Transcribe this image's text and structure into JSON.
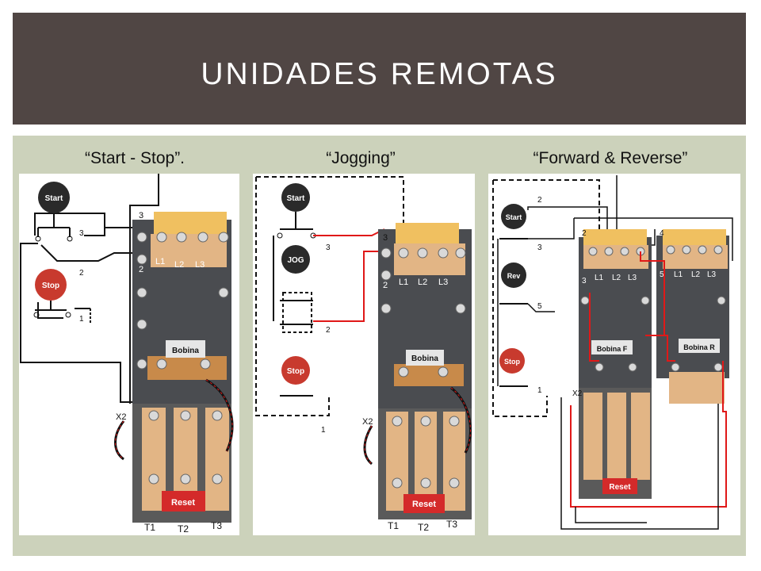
{
  "slide": {
    "title": "UNIDADES REMOTAS"
  },
  "captions": {
    "start_stop": "“Start - Stop”.",
    "jogging": "“Jogging”",
    "forward_reverse": "“Forward & Reverse”"
  },
  "diagram_start_stop": {
    "start_button": "Start",
    "stop_button": "Stop",
    "wire_1": "1",
    "wire_2": "2",
    "wire_3": "3",
    "terminal_2": "2",
    "terminal_3": "3",
    "l1": "L1",
    "l2": "L2",
    "l3": "L3",
    "coil": "Bobina",
    "x2": "X2",
    "reset": "Reset",
    "t1": "T1",
    "t2": "T2",
    "t3": "T3"
  },
  "diagram_jogging": {
    "start_button": "Start",
    "jog_button": "JOG",
    "stop_button": "Stop",
    "wire_1": "1",
    "wire_2": "2",
    "wire_3": "3",
    "terminal_2": "2",
    "terminal_3": "3",
    "l1": "L1",
    "l2": "L2",
    "l3": "L3",
    "coil": "Bobina",
    "x2": "X2",
    "reset": "Reset",
    "t1": "T1",
    "t2": "T2",
    "t3": "T3"
  },
  "diagram_forward_reverse": {
    "start_button": "Start",
    "rev_button": "Rev",
    "stop_button": "Stop",
    "wire_1": "1",
    "wire_2": "2",
    "wire_3": "3",
    "wire_5": "5",
    "terminal_2": "2",
    "terminal_3": "3",
    "terminal_4": "4",
    "terminal_5": "5",
    "l1_f": "L1",
    "l2_f": "L2",
    "l3_f": "L3",
    "l1_r": "L1",
    "l2_r": "L2",
    "l3_r": "L3",
    "coil_f": "Bobina F",
    "coil_r": "Bobina R",
    "x2": "X2",
    "reset": "Reset"
  },
  "colors": {
    "header_bg": "#504644",
    "content_bg": "#ccd2bb",
    "contactor_body": "#4a4c50",
    "terminal_tan": "#e2b585",
    "reset_red": "#d42a2a",
    "wire_red": "#e01818",
    "start_button": "#2a2a2a",
    "stop_button": "#c83a2e"
  }
}
